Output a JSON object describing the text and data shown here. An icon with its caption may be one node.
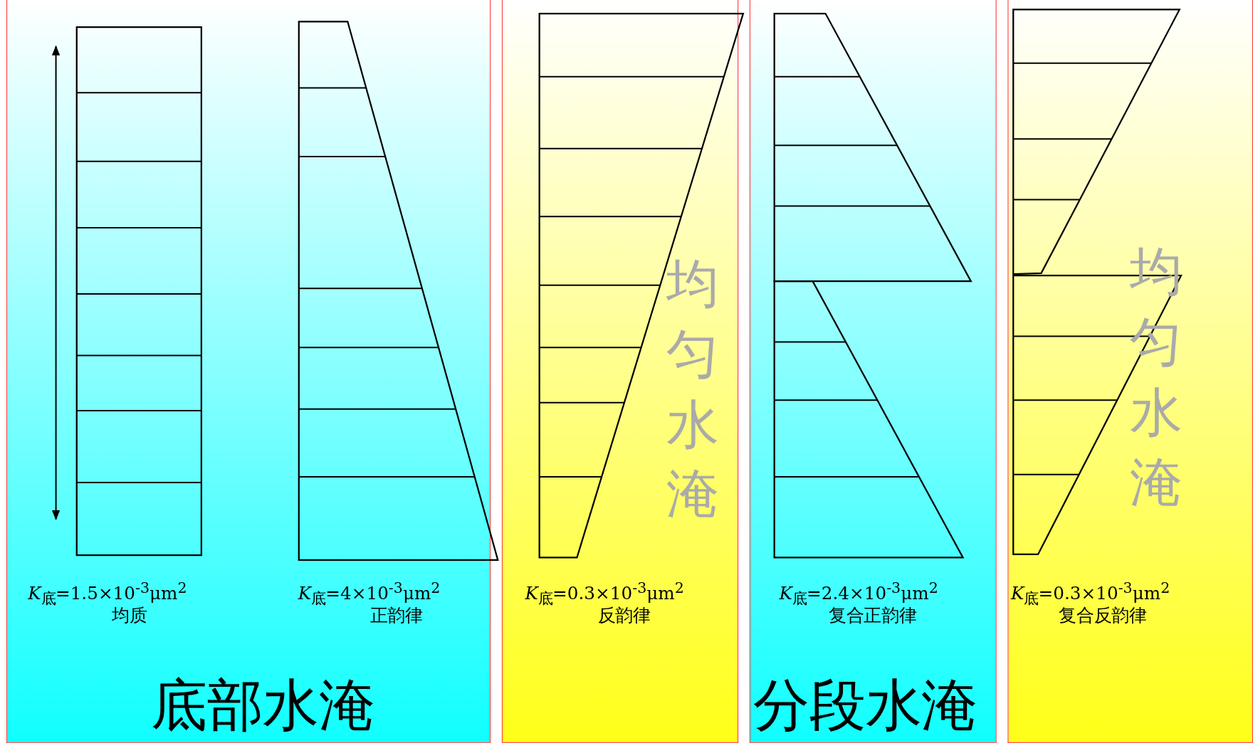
{
  "diagram": {
    "nodes": [
      {
        "text": [
          "底部水淹"
        ]
      },
      {
        "text": [
          "均匀水淹"
        ]
      },
      {
        "text": [
          "分段水淹"
        ]
      },
      {
        "text": [
          "均匀水淹"
        ]
      }
    ],
    "labels": [
      "*K*$_{底}$=1.5×10$^{-3}$μm$^{2}$",
      "均质",
      "*K*$_{底}$=4×10$^{-3}$μm$^{2}$",
      "正韵律",
      "*K*$_{底}$=0.3×10$^{-3}$μm$^{2}$",
      "反韵律",
      "*K*$_{底}$=2.4×10$^{-3}$μm$^{2}$",
      "复合正韵律",
      "*K*$_{底}$=0.3×10$^{-3}$μm$^{2}$",
      "复合反韵律"
    ]
  }
}
